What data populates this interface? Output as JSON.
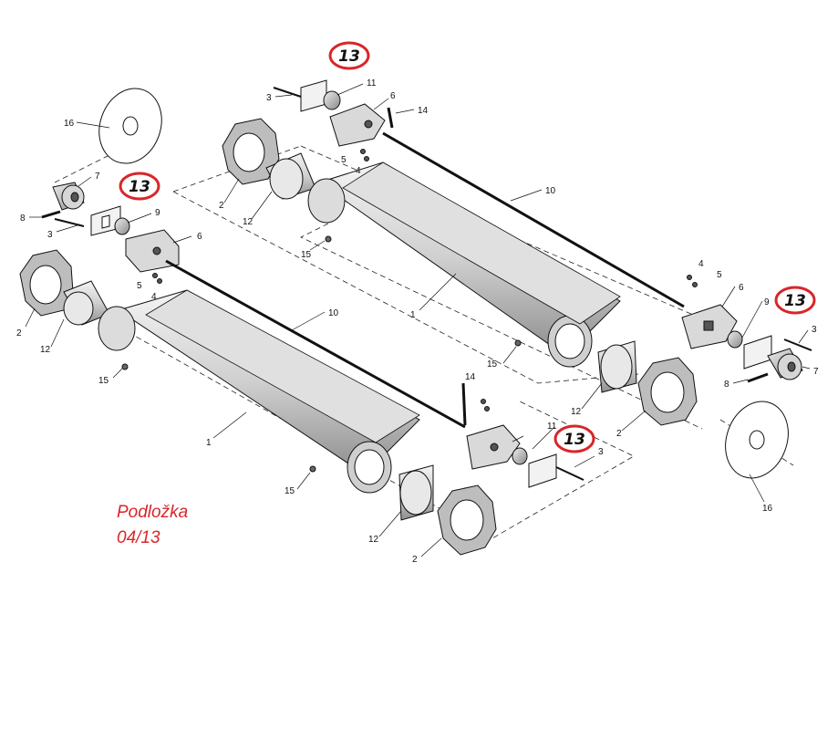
{
  "caption": {
    "line1": "Podložka",
    "line2": "04/13"
  },
  "badges": [
    "13",
    "13",
    "13",
    "13"
  ],
  "callouts": {
    "left_assembly": [
      "16",
      "7",
      "8",
      "3",
      "2",
      "12",
      "15",
      "1",
      "10",
      "9",
      "6",
      "5",
      "4",
      "3",
      "11",
      "14",
      "15",
      "12",
      "2"
    ],
    "right_assembly": [
      "3",
      "11",
      "6",
      "14",
      "5",
      "4",
      "2",
      "12",
      "15",
      "1",
      "10",
      "4",
      "5",
      "6",
      "9",
      "3",
      "7",
      "8",
      "15",
      "12",
      "2",
      "16"
    ]
  },
  "colors": {
    "badge_ring": "#d8262a",
    "caption": "#d8262a",
    "line": "#111111",
    "shade": "#9a9a9a"
  }
}
